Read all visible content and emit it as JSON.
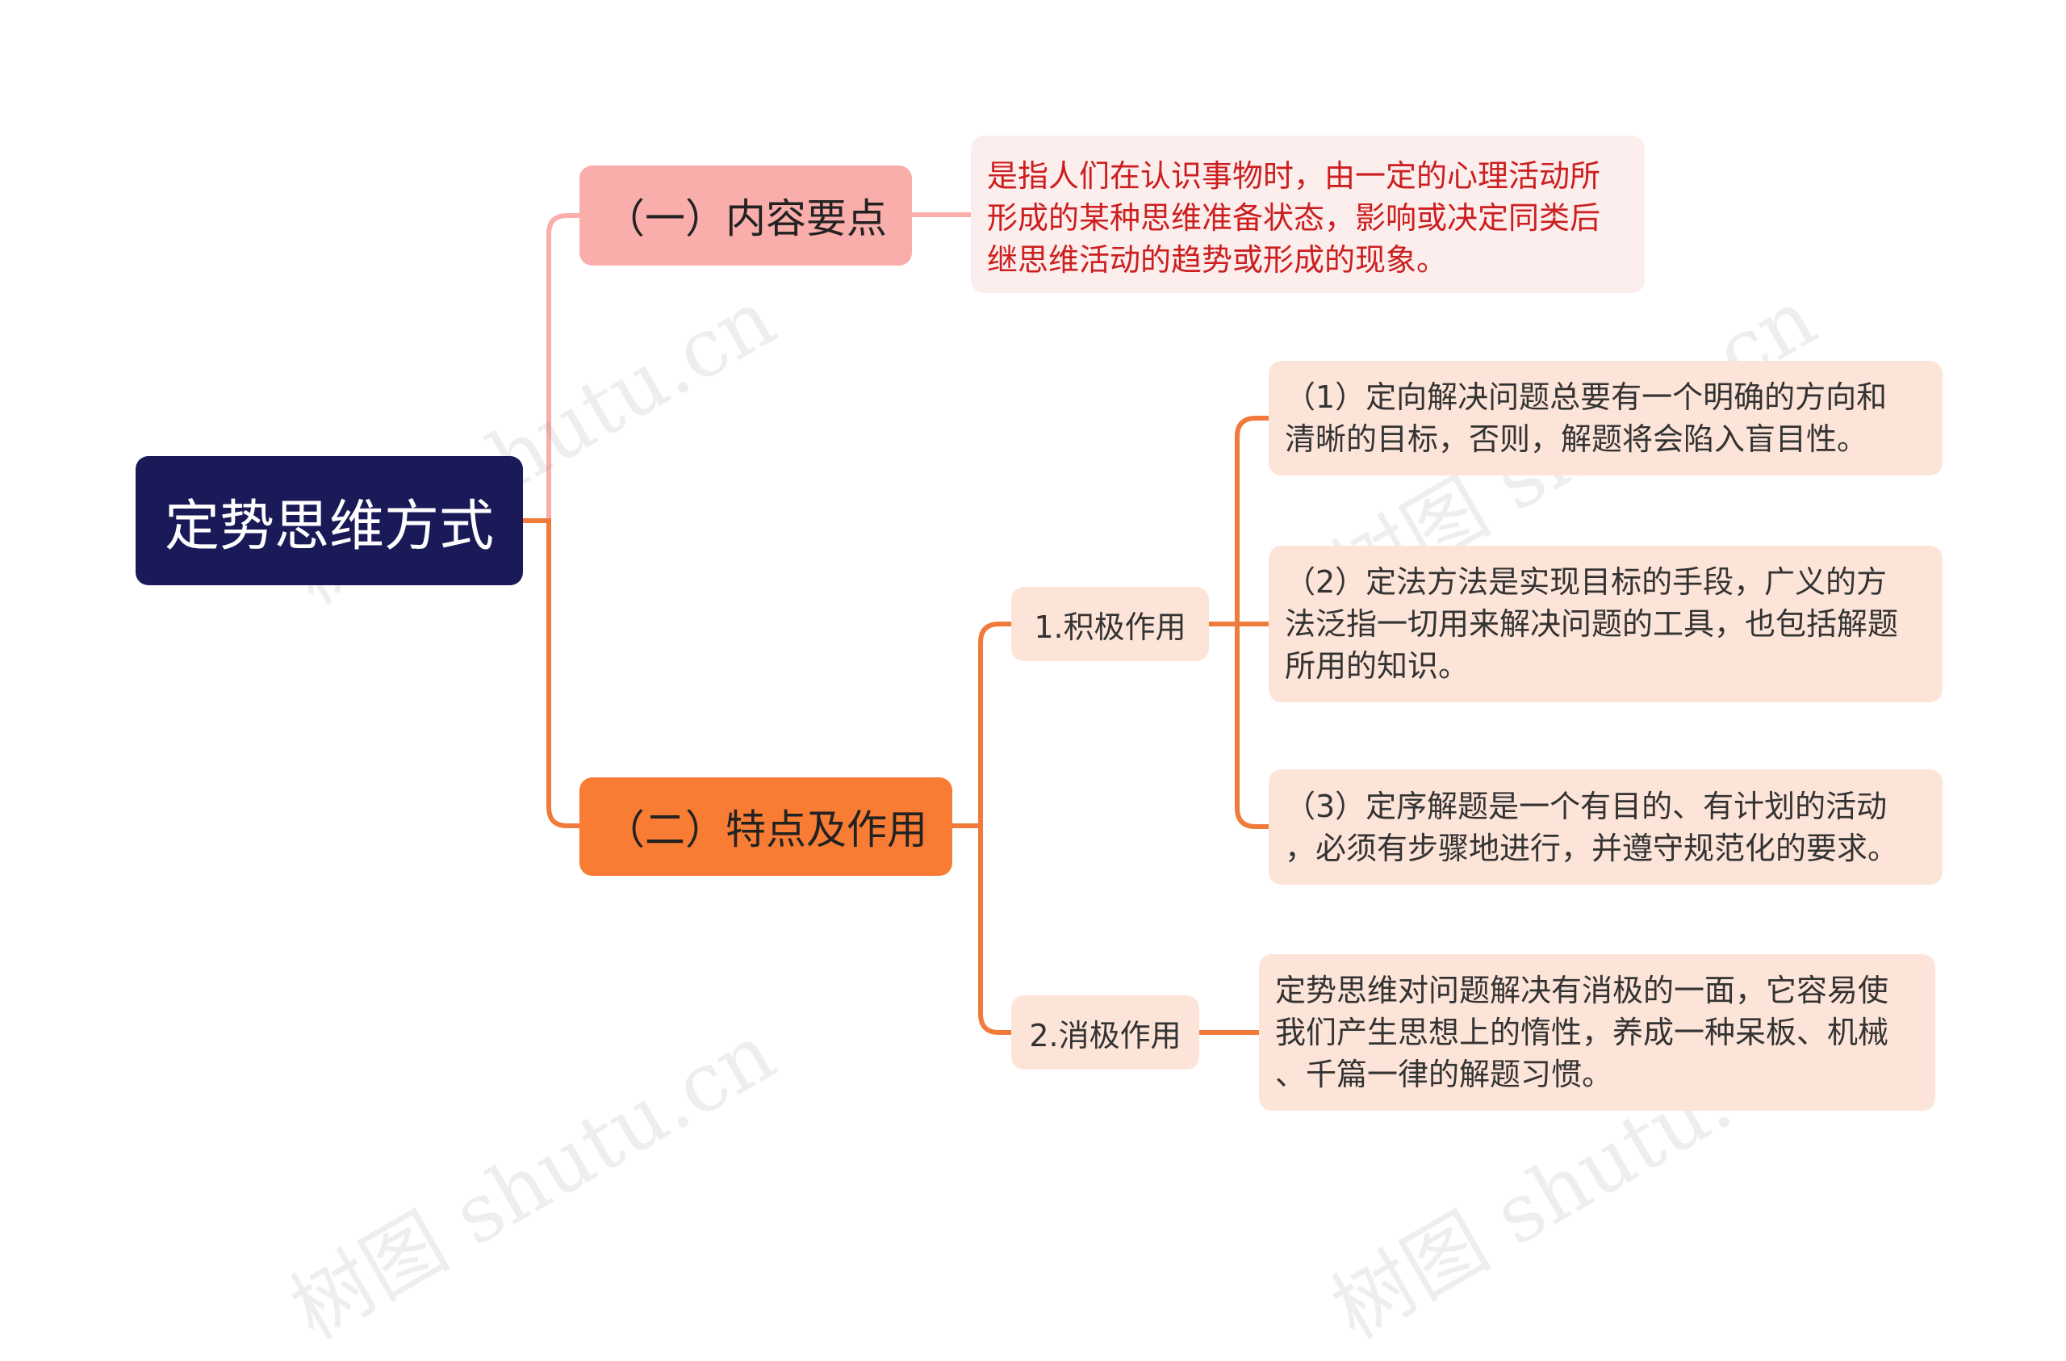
{
  "root": {
    "label": "定势思维方式"
  },
  "section1": {
    "label": "（一）内容要点",
    "description": [
      "是指人们在认识事物时，由一定的心理活动所",
      "形成的某种思维准备状态，影响或决定同类后",
      "继思维活动的趋势或形成的现象。"
    ]
  },
  "section2": {
    "label": "（二）特点及作用",
    "positive": {
      "label": "1.积极作用",
      "items": [
        [
          "（1）定向解决问题总要有一个明确的方向和",
          "清晰的目标，否则，解题将会陷入盲目性。"
        ],
        [
          "（2）定法方法是实现目标的手段，广义的方",
          "法泛指一切用来解决问题的工具，也包括解题",
          "所用的知识。"
        ],
        [
          "（3）定序解题是一个有目的、有计划的活动",
          "，必须有步骤地进行，并遵守规范化的要求。"
        ]
      ]
    },
    "negative": {
      "label": "2.消极作用",
      "items": [
        [
          "定势思维对问题解决有消极的一面，它容易使",
          "我们产生思想上的惰性，养成一种呆板、机械",
          "、千篇一律的解题习惯。"
        ]
      ]
    }
  },
  "watermark": {
    "text": "树图 shutu.cn"
  },
  "colors": {
    "root": "#1b1a58",
    "section1": "#f9aeab",
    "section2": "#f87c33",
    "light_node": "#fde4d8",
    "desc_node": "#fdeeee",
    "desc_text": "#cc1f1f",
    "link_pink": "#f9aeab",
    "link_orange": "#f07a3a"
  }
}
